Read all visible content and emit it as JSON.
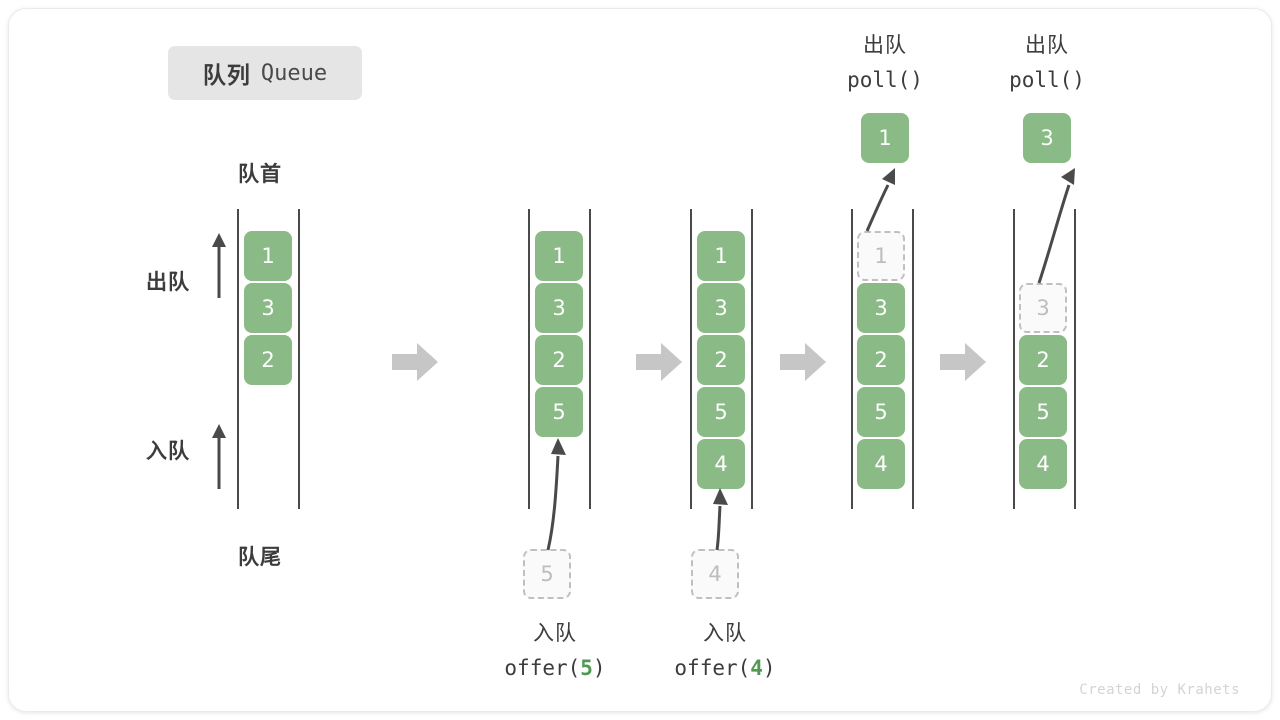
{
  "title": {
    "cn": "队列",
    "en": "Queue"
  },
  "labels": {
    "head": "队首",
    "tail": "队尾",
    "dequeue": "出队",
    "enqueue": "入队"
  },
  "watermark": "Created by Krahets",
  "colors": {
    "element_fill": "#8aba86",
    "element_text": "#ffffff",
    "ghost_fill": "#fafafa",
    "ghost_border": "#c0c0c0",
    "ghost_text": "#bdbdbd",
    "rail": "#4a4a4a",
    "arrow_gray": "#4a4a4a",
    "step_arrow": "#c6c6c6",
    "text_dark": "#3c3c3c",
    "badge_bg": "#e5e5e5",
    "code_accent": "#4e9a51",
    "watermark": "#d4d4d4"
  },
  "side_ops": {
    "dequeue_label": "出队",
    "enqueue_label": "入队"
  },
  "panels": [
    {
      "id": "panel-initial",
      "elements": [
        "1",
        "3",
        "2"
      ],
      "capacity": 5,
      "ghost_index": null,
      "ghost_value": null
    },
    {
      "id": "panel-after-offer-5",
      "elements": [
        "1",
        "3",
        "2",
        "5"
      ],
      "capacity": 5,
      "incoming_value": "5",
      "caption_cn": "入队",
      "caption_code_prefix": "offer(",
      "caption_code_num": "5",
      "caption_code_suffix": ")"
    },
    {
      "id": "panel-after-offer-4",
      "elements": [
        "1",
        "3",
        "2",
        "5",
        "4"
      ],
      "capacity": 5,
      "incoming_value": "4",
      "caption_cn": "入队",
      "caption_code_prefix": "offer(",
      "caption_code_num": "4",
      "caption_code_suffix": ")"
    },
    {
      "id": "panel-after-poll-1",
      "elements": [
        "3",
        "2",
        "5",
        "4"
      ],
      "capacity": 5,
      "ghost_index": 0,
      "ghost_value": "1",
      "popped_value": "1",
      "caption_cn": "出队",
      "caption_code": "poll()"
    },
    {
      "id": "panel-after-poll-3",
      "elements": [
        "2",
        "5",
        "4"
      ],
      "capacity": 5,
      "ghost_index": 1,
      "ghost_value": "3",
      "popped_value": "3",
      "caption_cn": "出队",
      "caption_code": "poll()"
    }
  ],
  "step_arrows": [
    {
      "name": "step-arrow-1"
    },
    {
      "name": "step-arrow-2"
    },
    {
      "name": "step-arrow-3"
    },
    {
      "name": "step-arrow-4"
    }
  ]
}
